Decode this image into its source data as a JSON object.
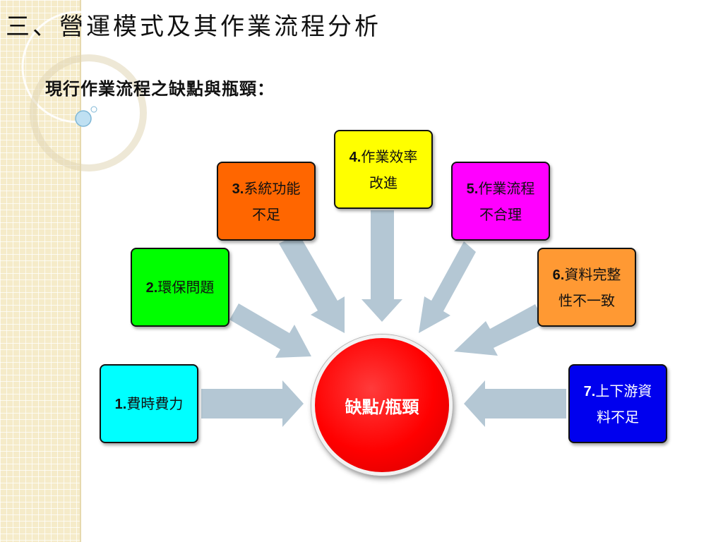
{
  "slide": {
    "title": "三、營運模式及其作業流程分析",
    "subtitle": "現行作業流程之缺點與瓶頸："
  },
  "center": {
    "label": "缺點/瓶頸",
    "color": "#ff0000"
  },
  "issues": [
    {
      "num": "1.",
      "line1": "費時費力",
      "line2": "",
      "color": "#00ffff"
    },
    {
      "num": "2.",
      "line1": "環保問題",
      "line2": "",
      "color": "#00ff00"
    },
    {
      "num": "3.",
      "line1": "系統功能",
      "line2": "不足",
      "color": "#ff6600"
    },
    {
      "num": "4.",
      "line1": "作業效率",
      "line2": "改進",
      "color": "#ffff00"
    },
    {
      "num": "5.",
      "line1": "作業流程",
      "line2": "不合理",
      "color": "#ff00ff"
    },
    {
      "num": "6.",
      "line1": "資料完整",
      "line2": "性不一致",
      "color": "#ff9933"
    },
    {
      "num": "7.",
      "line1": "上下游資",
      "line2": "料不足",
      "color": "#0000ee"
    }
  ],
  "arrow_color": "#b4c7d4"
}
